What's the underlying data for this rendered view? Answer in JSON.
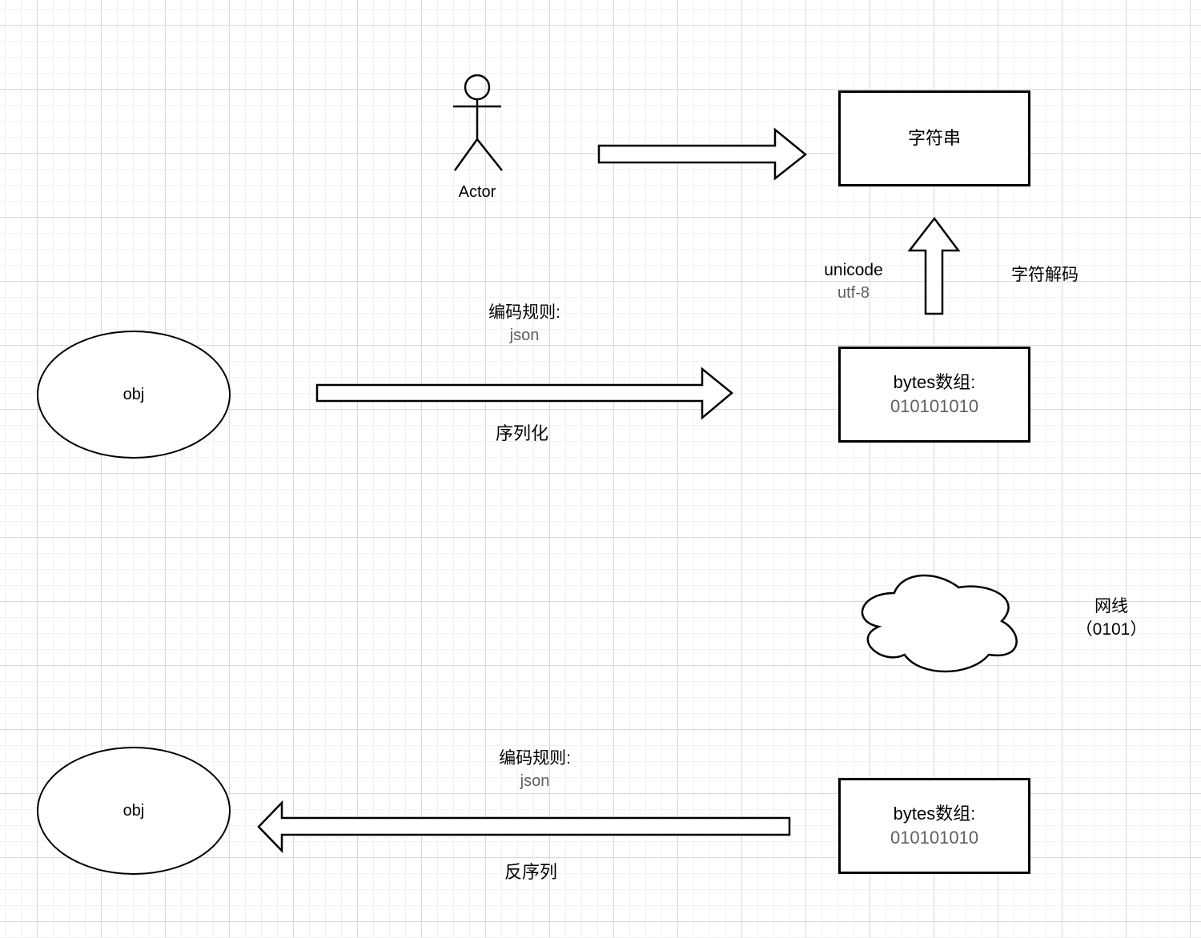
{
  "canvas": {
    "background": "#ffffff",
    "grid_minor_color": "#f2f2f2",
    "grid_major_color": "#d9d9d9",
    "stroke_color": "#000000",
    "secondary_text_color": "#5f5f5f"
  },
  "nodes": {
    "actor": {
      "label": "Actor"
    },
    "string_box": {
      "label": "字符串"
    },
    "obj_top": {
      "label": "obj"
    },
    "obj_bottom": {
      "label": "obj"
    },
    "bytes_box_top": {
      "title": "bytes数组:",
      "value": "010101010"
    },
    "bytes_box_bottom": {
      "title": "bytes数组:",
      "value": "010101010"
    },
    "cloud": {
      "label_line1": "网线",
      "label_line2": "（0101）"
    }
  },
  "labels": {
    "encode_rule_top": {
      "line1": "编码规则:",
      "line2": "json"
    },
    "serialize": "序列化",
    "unicode": {
      "line1": "unicode",
      "line2": "utf-8"
    },
    "char_decode": "字符解码",
    "encode_rule_bottom": {
      "line1": "编码规则:",
      "line2": "json"
    },
    "deserialize": "反序列"
  }
}
